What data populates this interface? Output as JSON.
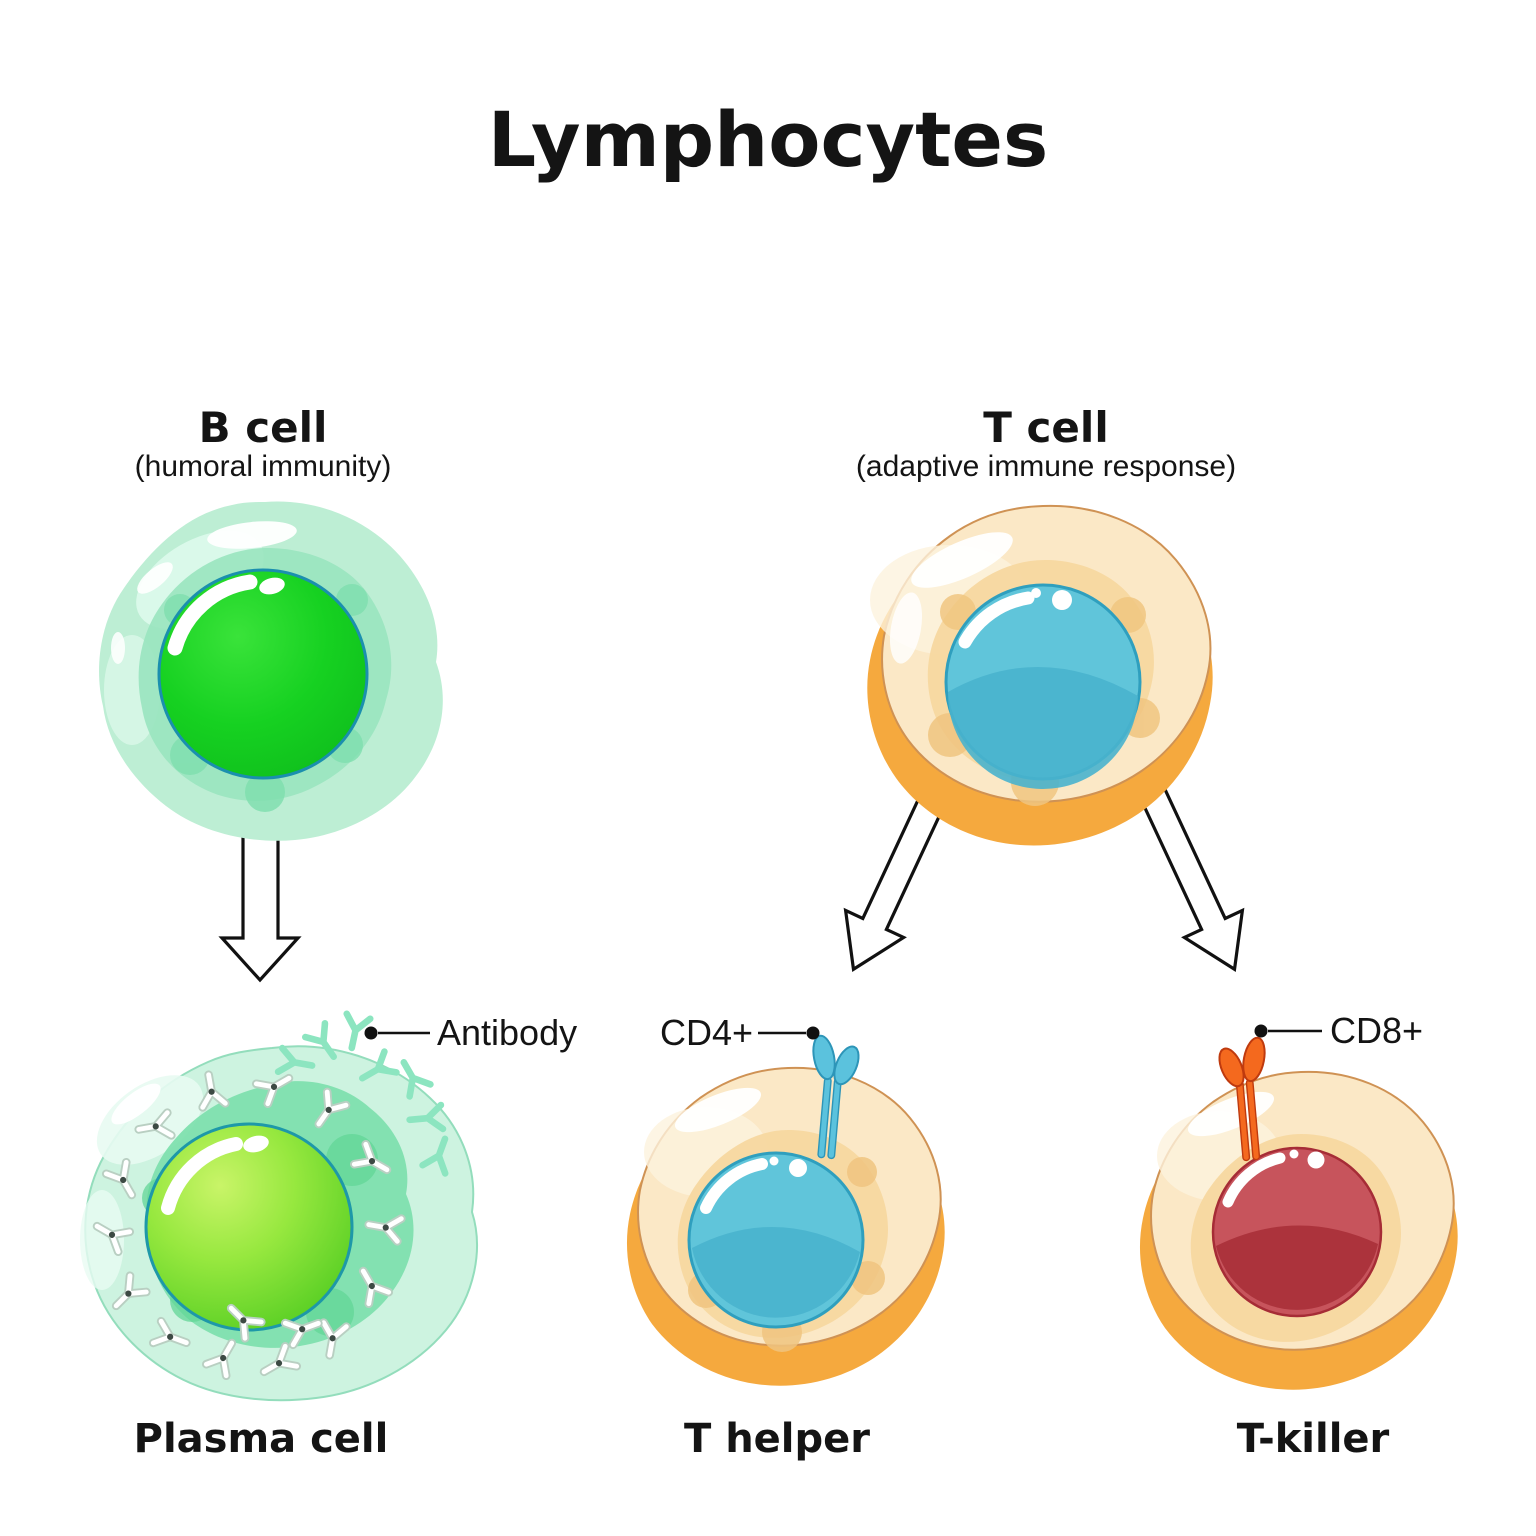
{
  "title": "Lymphocytes",
  "cells": {
    "b_cell": {
      "label": "B cell",
      "sublabel": "(humoral immunity)"
    },
    "t_cell": {
      "label": "T cell",
      "sublabel": "(adaptive immune response)"
    },
    "plasma_cell": {
      "label": "Plasma cell"
    },
    "t_helper": {
      "label": "T helper"
    },
    "t_killer": {
      "label": "T-killer"
    }
  },
  "annotations": {
    "antibody": "Antibody",
    "cd4": "CD4+",
    "cd8": "CD8+"
  },
  "colors": {
    "b_cell_cytoplasm": "#cdf3e0",
    "b_cell_inner": "#99e4bf",
    "b_cell_nucleus": "#16d121",
    "t_cell_cytoplasm": "#fbe8c6",
    "t_cell_rim": "#f5a93e",
    "t_cell_nucleus": "#60c5da",
    "plasma_nucleus": "#97e83f",
    "t_killer_nucleus": "#c7545c",
    "cd4_receptor": "#5bc2dd",
    "cd8_receptor": "#f4691e",
    "free_antibody": "#8ce5c0",
    "text": "#141414"
  }
}
